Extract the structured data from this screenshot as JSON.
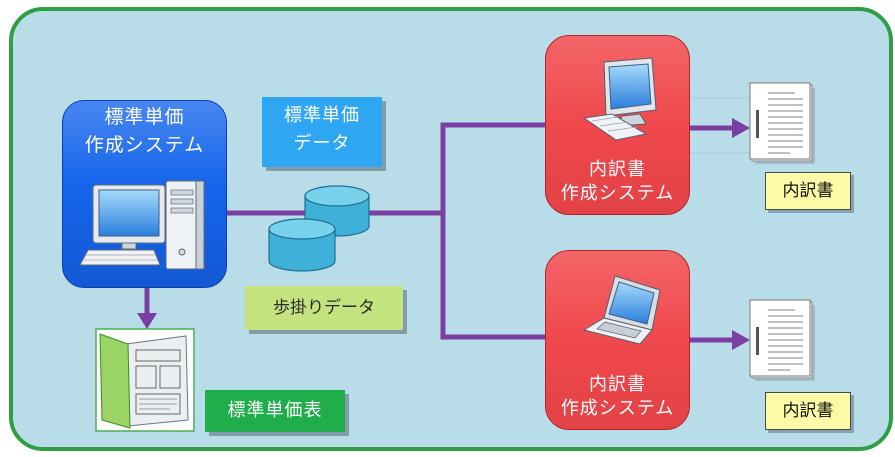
{
  "colors": {
    "frame_border": "#2f9e44",
    "frame_fill": "#b9dde8",
    "system_blue": "#1565ec",
    "data_blue": "#2ea6f2",
    "step_green": "#c4e27e",
    "table_green": "#1fae4b",
    "system_red": "#f0484c",
    "connector_purple": "#7b3fa3",
    "label_yellow": "#fffaa8",
    "database_cyan": "#3fb1d9"
  },
  "standard_price_system": {
    "line1": "標準単価",
    "line2": "作成システム",
    "icon": "desktop-computer-icon"
  },
  "standard_price_data": {
    "line1": "標準単価",
    "line2": "データ"
  },
  "databases": [
    {
      "icon": "database-icon"
    },
    {
      "icon": "database-icon"
    }
  ],
  "productivity_data": {
    "label": "歩掛りデータ"
  },
  "standard_price_table": {
    "label": "標準単価表",
    "icon": "book-icon"
  },
  "breakdown_systems": [
    {
      "line1": "内訳書",
      "line2": "作成システム",
      "icon": "desktop-computer-icon",
      "output_label": "内訳書",
      "output_icon": "document-icon"
    },
    {
      "line1": "内訳書",
      "line2": "作成システム",
      "icon": "laptop-icon",
      "output_label": "内訳書",
      "output_icon": "document-icon"
    }
  ]
}
